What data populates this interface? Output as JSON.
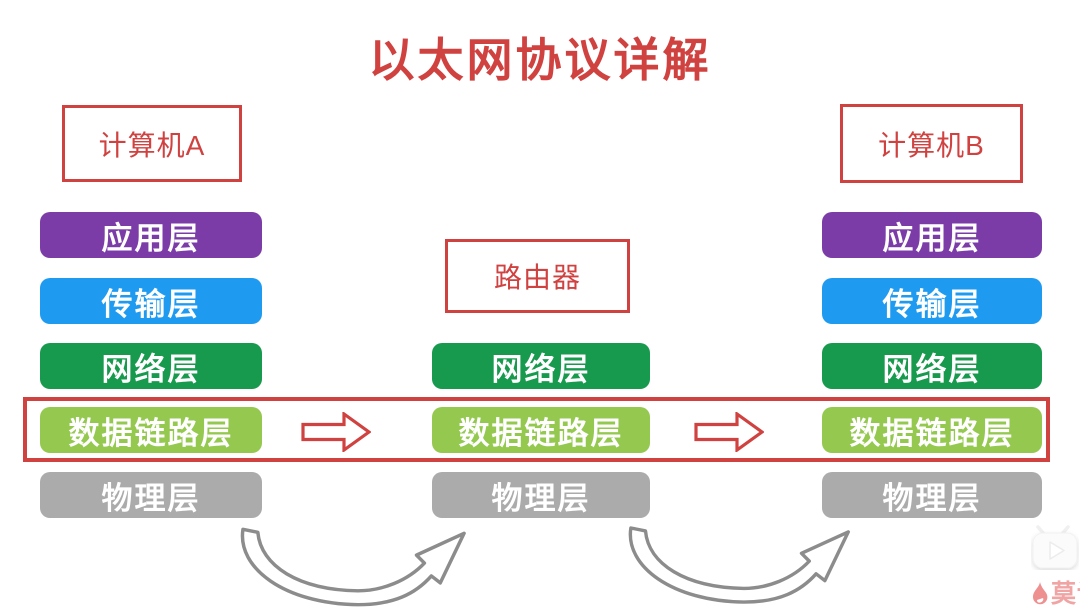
{
  "title": "以太网协议详解",
  "nodes": {
    "computer_a": "计算机A",
    "router": "路由器",
    "computer_b": "计算机B"
  },
  "stacks": {
    "computer_a": [
      "应用层",
      "传输层",
      "网络层",
      "数据链路层",
      "物理层"
    ],
    "router": [
      "网络层",
      "数据链路层",
      "物理层"
    ],
    "computer_b": [
      "应用层",
      "传输层",
      "网络层",
      "数据链路层",
      "物理层"
    ]
  },
  "layer_colors": {
    "application": "#7B3CA8",
    "transport": "#1E9BF0",
    "network": "#17994E",
    "datalink": "#94C84F",
    "physical": "#ABABAB"
  },
  "accent_red": "#D04240",
  "arrow_gray": "#8C8C8C",
  "watermark": {
    "brand_text": "莫讠"
  }
}
